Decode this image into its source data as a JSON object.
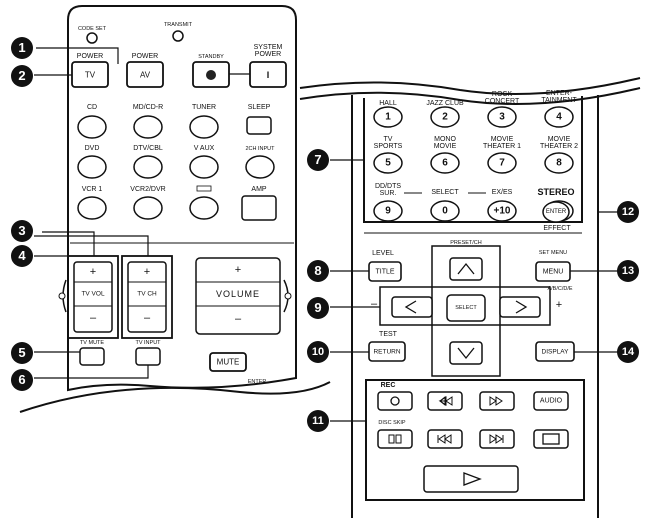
{
  "left_remote": {
    "top_labels": {
      "code_set": "CODE SET",
      "transmit": "TRANSMIT"
    },
    "power_labels": {
      "tv": "POWER",
      "av": "POWER",
      "standby": "STANDBY",
      "system": "SYSTEM\nPOWER"
    },
    "power_buttons": {
      "tv": "TV",
      "av": "AV",
      "standby": "⏻",
      "system": "I"
    },
    "source_row1": [
      "CD",
      "MD/CD-R",
      "TUNER",
      "SLEEP"
    ],
    "source_row2": [
      "DVD",
      "DTV/CBL",
      "V AUX",
      "2CH INPUT"
    ],
    "source_row3": [
      "VCR 1",
      "VCR2/DVR",
      "",
      "AMP"
    ],
    "tv_vol": {
      "plus": "+",
      "label": "TV VOL",
      "minus": "–"
    },
    "tv_ch": {
      "plus": "+",
      "label": "TV CH",
      "minus": "–"
    },
    "volume": {
      "plus": "+",
      "label": "VOLUME",
      "minus": "–"
    },
    "tv_mute": "TV MUTE",
    "tv_input": "TV INPUT",
    "mute": "MUTE",
    "enter_partial": "ENTER-"
  },
  "right_remote": {
    "row1_labels": [
      "HALL",
      "JAZZ CLUB",
      "ROCK\nCONCERT",
      "ENTER-\nTAINMENT"
    ],
    "row1_buttons": [
      "1",
      "2",
      "3",
      "4"
    ],
    "row2_labels": [
      "TV\nSPORTS",
      "MONO\nMOVIE",
      "MOVIE\nTHEATER 1",
      "MOVIE\nTHEATER 2"
    ],
    "row2_buttons": [
      "5",
      "6",
      "7",
      "8"
    ],
    "row3_labels": [
      "DD/DTS\nSUR.",
      "SELECT",
      "EX/ES"
    ],
    "row3_buttons": [
      "9",
      "0",
      "+10"
    ],
    "stereo_label": "STEREO",
    "enter_button": "ENTER",
    "effect_label": "EFFECT",
    "level_label": "LEVEL",
    "title_button": "TITLE",
    "preset_label": "PRESET/CH",
    "set_menu_label": "SET MENU",
    "menu_button": "MENU",
    "abcde_label": "A/B/C/D/E",
    "select_button": "SELECT",
    "minus_label": "–",
    "plus_label": "+",
    "test_label": "TEST",
    "return_button": "RETURN",
    "display_button": "DISPLAY",
    "rec_label": "REC",
    "disc_skip_label": "DISC SKIP",
    "audio_button": "AUDIO"
  },
  "callouts": [
    "1",
    "2",
    "3",
    "4",
    "5",
    "6",
    "7",
    "8",
    "9",
    "10",
    "11",
    "12",
    "13",
    "14"
  ]
}
